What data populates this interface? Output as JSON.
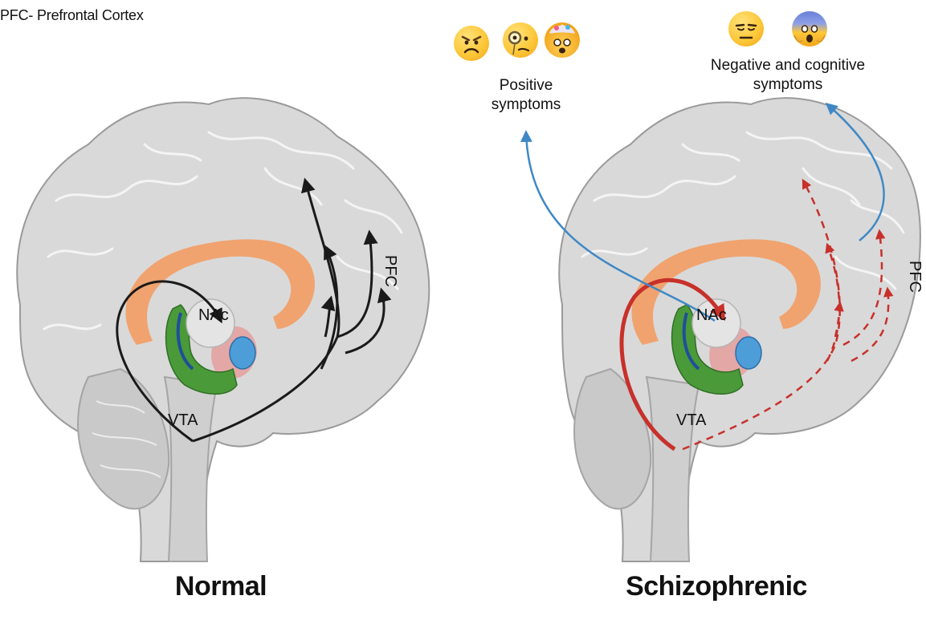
{
  "figure": {
    "legend_note": "PFC- Prefrontal Cortex",
    "panels": [
      {
        "caption": "Normal",
        "labels": {
          "nac": "NAc",
          "vta": "VTA",
          "pfc": "PFC"
        }
      },
      {
        "caption": "Schizophrenic",
        "labels": {
          "nac": "NAc",
          "vta": "VTA",
          "pfc": "PFC"
        },
        "positive_symptoms": "Positive symptoms",
        "negative_symptoms": "Negative and cognitive symptoms"
      }
    ],
    "colors": {
      "brain_fill": "#d9d9d9",
      "brain_edge": "#9a9a9a",
      "corpus_callosum": "#f0a36f",
      "hippocampus": "#4a9a3a",
      "amygdala": "#4d9ed8",
      "thalamus": "#e3a7a6",
      "normal_pathway": "#1a1a1a",
      "schizo_pathway": "#c8302a",
      "symptom_arrow": "#3f88c5"
    },
    "icons": [
      "angry-face-icon",
      "monocle-face-icon",
      "exploding-head-icon",
      "unamused-face-icon",
      "fearful-face-icon"
    ]
  }
}
